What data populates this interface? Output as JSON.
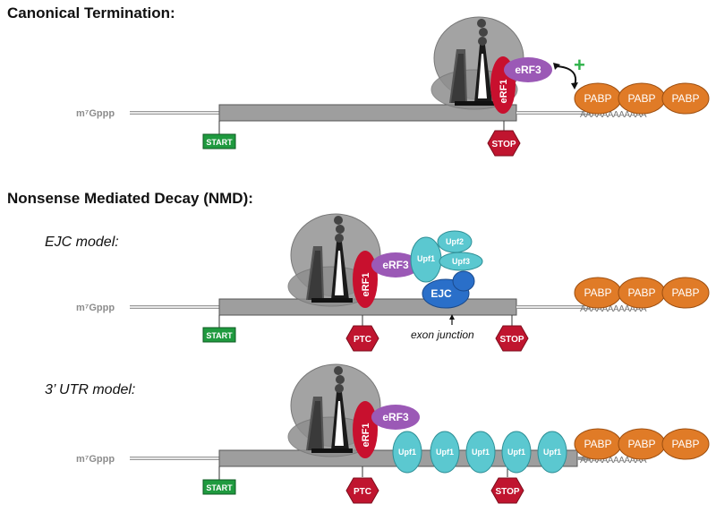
{
  "titles": {
    "canonical": "Canonical Termination:",
    "nmd": "Nonsense Mediated Decay (NMD):",
    "ejc_model": "EJC model:",
    "utr_model": "3’ UTR model:"
  },
  "labels": {
    "cap": "m⁷Gppp",
    "start": "START",
    "stop": "STOP",
    "ptc": "PTC",
    "erf1": "eRF1",
    "erf3": "eRF3",
    "pabp": "PABP",
    "polya": "AAAAAAAAAAAA",
    "upf1": "Upf1",
    "upf2": "Upf2",
    "upf3": "Upf3",
    "ejc": "EJC",
    "exon_junction": "exon junction",
    "plus": "+"
  },
  "colors": {
    "erf1": "#c8102e",
    "erf3": "#9b59b6",
    "pabp": "#e07b27",
    "upf": "#5bc8d0",
    "ejc": "#2a6fc9",
    "start": "#1f9a3f",
    "stop": "#c0152f",
    "ribosome": "#9a9a9a"
  }
}
